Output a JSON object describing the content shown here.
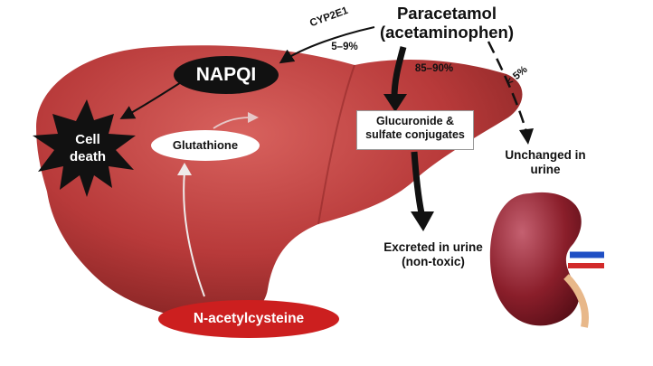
{
  "title": "Paracetamol (acetaminophen)",
  "pathways": {
    "oxidation": {
      "enzyme": "CYP2E1",
      "fraction": "5–9%",
      "product": "NAPQI"
    },
    "conjugation": {
      "fraction": "85–90%",
      "product": "Glucuronide & sulfate conjugates",
      "outcome": "Excreted in urine (non-toxic)"
    },
    "unchanged": {
      "fraction": "< 5%",
      "outcome": "Unchanged in urine"
    }
  },
  "toxicity": {
    "outcome": "Cell death"
  },
  "detox": {
    "agent": "Glutathione",
    "precursor": "N-acetylcysteine"
  },
  "colors": {
    "liver": "#b83a3a",
    "liver_dark": "#7a1e1e",
    "antidote": "#cc1f1f",
    "kidney": "#8a1e2a",
    "text": "#111111"
  }
}
